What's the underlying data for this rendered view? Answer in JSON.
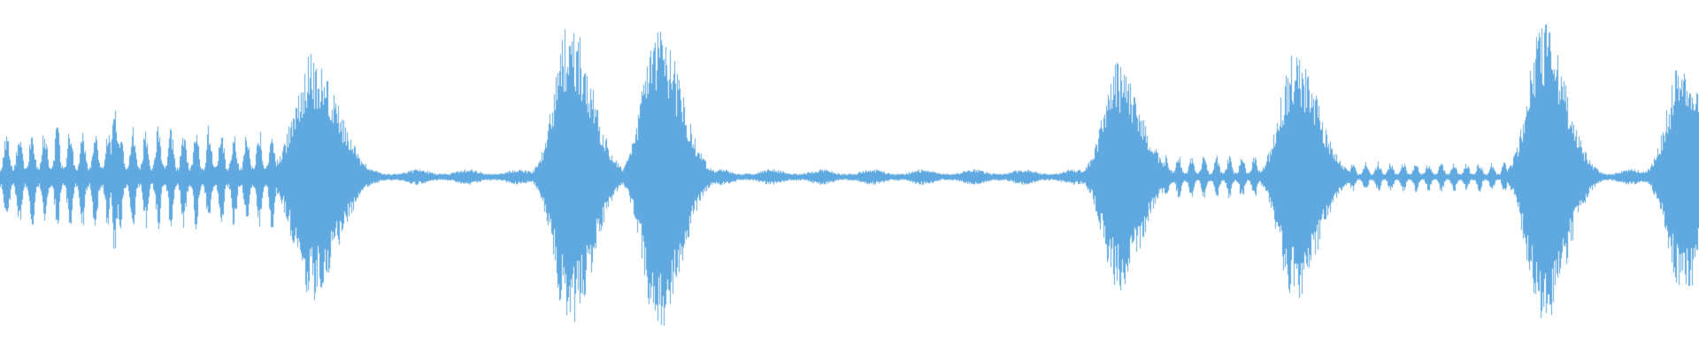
{
  "waveform": {
    "color": "#5fa9e0",
    "background": "#ffffff",
    "description_free": true,
    "segments": [
      {
        "kind": "chatter",
        "start": 0.0,
        "end": 0.165,
        "amp": 0.12
      },
      {
        "kind": "spike",
        "center": 0.067,
        "width": 0.004,
        "amp": 0.22
      },
      {
        "kind": "burst",
        "center": 0.183,
        "width": 0.035,
        "amp": 0.35
      },
      {
        "kind": "quiet",
        "start": 0.2,
        "end": 0.32,
        "amp": 0.015
      },
      {
        "kind": "burst",
        "center": 0.335,
        "width": 0.03,
        "amp": 0.44
      },
      {
        "kind": "burst",
        "center": 0.387,
        "width": 0.03,
        "amp": 0.44
      },
      {
        "kind": "quiet",
        "start": 0.4,
        "end": 0.645,
        "amp": 0.015
      },
      {
        "kind": "burst",
        "center": 0.658,
        "width": 0.03,
        "amp": 0.33
      },
      {
        "kind": "chatter",
        "start": 0.675,
        "end": 0.745,
        "amp": 0.05
      },
      {
        "kind": "burst",
        "center": 0.762,
        "width": 0.03,
        "amp": 0.36
      },
      {
        "kind": "chatter",
        "start": 0.785,
        "end": 0.89,
        "amp": 0.035
      },
      {
        "kind": "burst",
        "center": 0.908,
        "width": 0.03,
        "amp": 0.44
      },
      {
        "kind": "quiet",
        "start": 0.925,
        "end": 0.975,
        "amp": 0.015
      },
      {
        "kind": "burst",
        "center": 0.99,
        "width": 0.03,
        "amp": 0.34
      }
    ]
  }
}
